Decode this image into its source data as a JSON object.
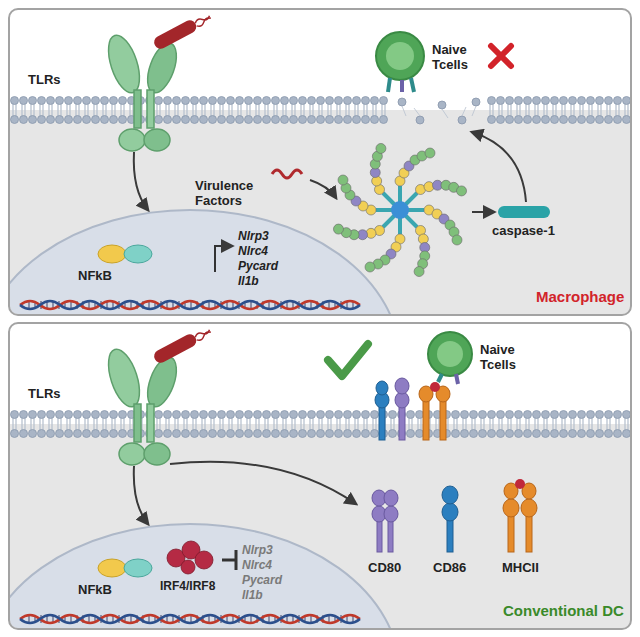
{
  "diagram": {
    "nodes": [
      {
        "text": [
          "Macrophage"
        ]
      },
      {
        "text": [
          "NFkB",
          "Nlrp3 Nlrc4 Pycard Il1b"
        ],
        "in": 0
      },
      {
        "text": [
          "Conventional DC"
        ]
      },
      {
        "text": [
          "NFkB",
          "IRF4/IRF8",
          "Nlrp3 Nlrc4 Pycard Il1b"
        ],
        "in": 2
      }
    ],
    "labels": [
      "TLRs",
      "Naive Tcells",
      "Virulence Factors",
      "caspase-1",
      "TLRs",
      "Naive Tcells",
      "CD80",
      "CD86",
      "MHCII"
    ]
  }
}
